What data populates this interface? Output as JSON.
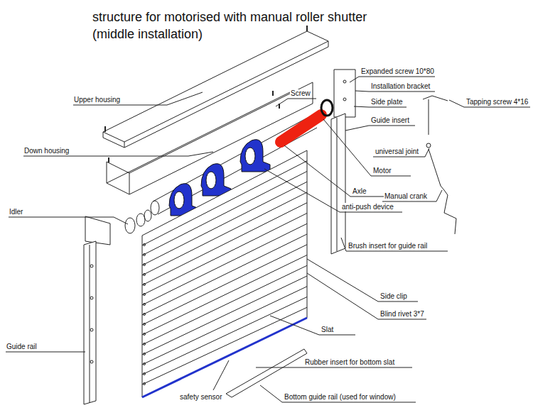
{
  "diagram": {
    "title": "structure for motorised with manual roller shutter (middle installation)",
    "labels": [
      "Upper housing",
      "Down housing",
      "Screw",
      "Expanded screw 10*80",
      "Installation bracket",
      "Side plate",
      "Guide insert",
      "Tapping screw 4*16",
      "universal joint",
      "Motor",
      "Axle",
      "Manual crank",
      "anti-push device",
      "Idler",
      "Brush insert for guide rail",
      "Side clip",
      "Blind rivet 3*7",
      "Slat",
      "Guide rail",
      "Rubber insert for bottom slat",
      "safety sensor",
      "Bottom guide rail (used for window)"
    ]
  }
}
